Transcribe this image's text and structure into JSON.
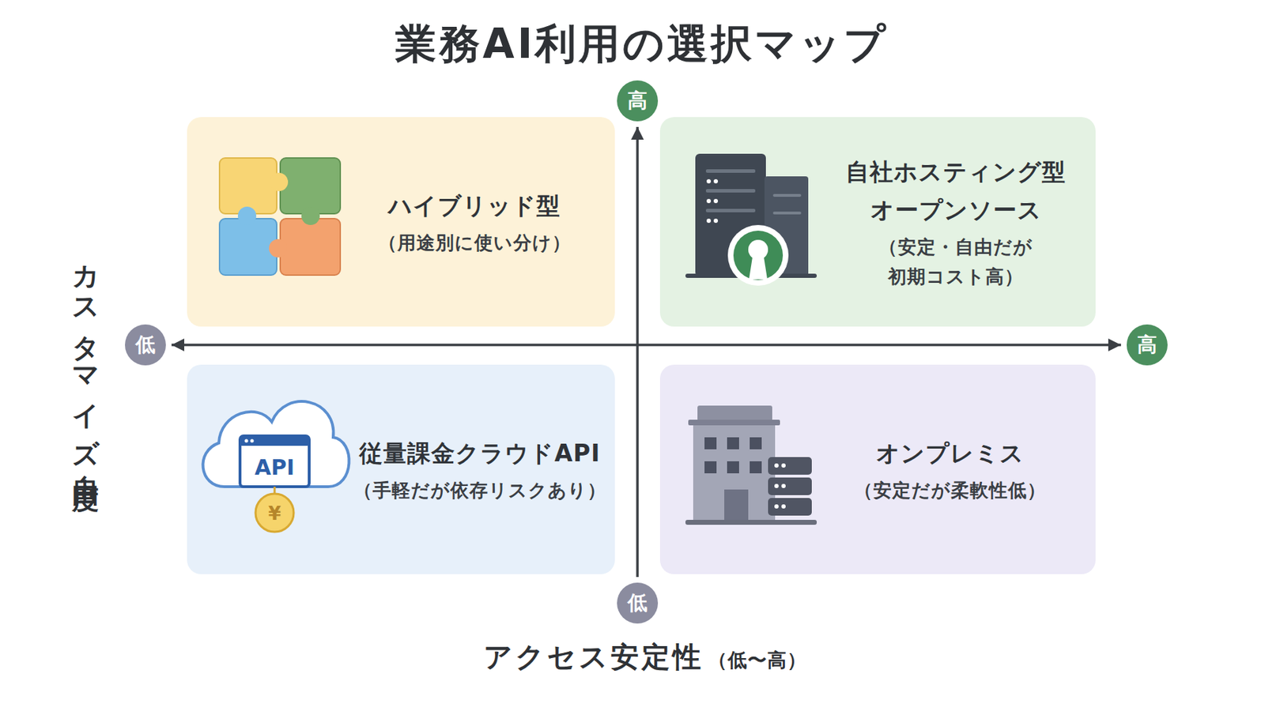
{
  "diagram": {
    "title": "業務AI利用の選択マップ",
    "nodes": [
      {
        "text": [
          "高"
        ]
      },
      {
        "text": [
          "ハイブリッド型",
          "（用途別に使い分け）"
        ]
      },
      {
        "text": [
          "自社ホスティング型 オープンソース",
          "（安定・自由だが 初期コスト高）"
        ]
      },
      {
        "text": [
          "低"
        ]
      },
      {
        "text": [
          "高"
        ]
      },
      {
        "text": [
          "従量課金クラウドAPI",
          "（手軽だが依存リスクあり）"
        ]
      },
      {
        "text": [
          "オンプレミス",
          "（安定だが柔軟性低）"
        ]
      },
      {
        "text": [
          "低"
        ]
      }
    ],
    "edges": [
      {
        "from": 7,
        "to": 0,
        "arrow": "to"
      },
      {
        "from": 3,
        "to": 4,
        "arrow": "both"
      }
    ],
    "labels": [
      "カスタマイズ自由度",
      "アクセス安定性",
      "（低〜高）",
      "API",
      "¥"
    ]
  }
}
